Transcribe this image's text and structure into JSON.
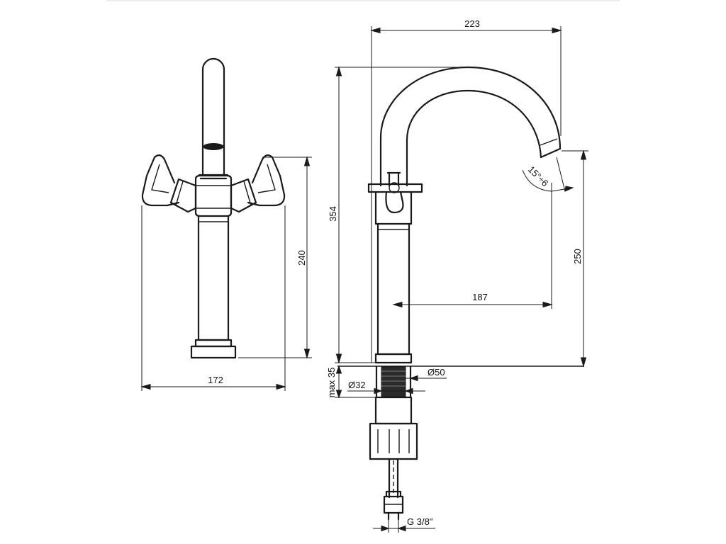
{
  "dimensions": {
    "width_total": "223",
    "height_total": "354",
    "body_height": "240",
    "front_width": "172",
    "spout_height": "250",
    "spout_reach": "187",
    "angle": "15°÷6",
    "max_thickness": "max 35",
    "diameter_base": "Ø50",
    "diameter_shank": "Ø32",
    "thread": "G 3/8\""
  },
  "colors": {
    "line": "#1a1a1a",
    "hatch": "#2a2a2a",
    "background": "#ffffff"
  }
}
